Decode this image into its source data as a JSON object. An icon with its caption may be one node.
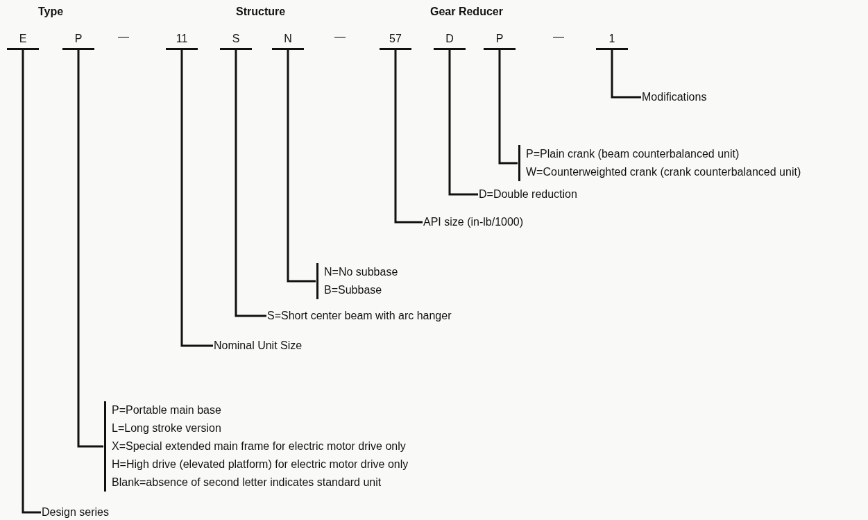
{
  "diagram": {
    "nodes": [
      {
        "text": [
          "E"
        ]
      },
      {
        "text": [
          "P"
        ]
      },
      {
        "text": [
          "11"
        ]
      },
      {
        "text": [
          "S"
        ]
      },
      {
        "text": [
          "N"
        ]
      },
      {
        "text": [
          "57"
        ]
      },
      {
        "text": [
          "D"
        ]
      },
      {
        "text": [
          "P"
        ]
      },
      {
        "text": [
          "1"
        ]
      },
      {
        "text": [
          "Modifications"
        ]
      },
      {
        "text": [
          "P=Plain crank (beam counterbalanced unit)",
          "W=Counterweighted crank (crank counterbalanced unit)"
        ]
      },
      {
        "text": [
          "D=Double reduction"
        ]
      },
      {
        "text": [
          "API size (in-lb/1000)"
        ]
      },
      {
        "text": [
          "N=No subbase",
          "B=Subbase"
        ]
      },
      {
        "text": [
          "S=Short center beam with arc hanger"
        ]
      },
      {
        "text": [
          "Nominal Unit Size"
        ]
      },
      {
        "text": [
          "P=Portable main base",
          "L=Long stroke version",
          "X=Special extended main frame for electric motor drive only",
          "H=High drive (elevated platform) for electric motor drive only",
          "Blank=absence of second letter indicates standard unit"
        ]
      },
      {
        "text": [
          "Design series"
        ]
      }
    ],
    "edges": [
      {
        "from": 8,
        "to": 9,
        "arrow": "none"
      },
      {
        "from": 7,
        "to": 10,
        "arrow": "none"
      },
      {
        "from": 6,
        "to": 11,
        "arrow": "none"
      },
      {
        "from": 5,
        "to": 12,
        "arrow": "none"
      },
      {
        "from": 4,
        "to": 13,
        "arrow": "none"
      },
      {
        "from": 3,
        "to": 14,
        "arrow": "none"
      },
      {
        "from": 2,
        "to": 15,
        "arrow": "none"
      },
      {
        "from": 1,
        "to": 16,
        "arrow": "none"
      },
      {
        "from": 0,
        "to": 17,
        "arrow": "none"
      }
    ],
    "labels": [
      "Type",
      "Structure",
      "Gear Reducer",
      "—",
      "—",
      "—"
    ]
  }
}
